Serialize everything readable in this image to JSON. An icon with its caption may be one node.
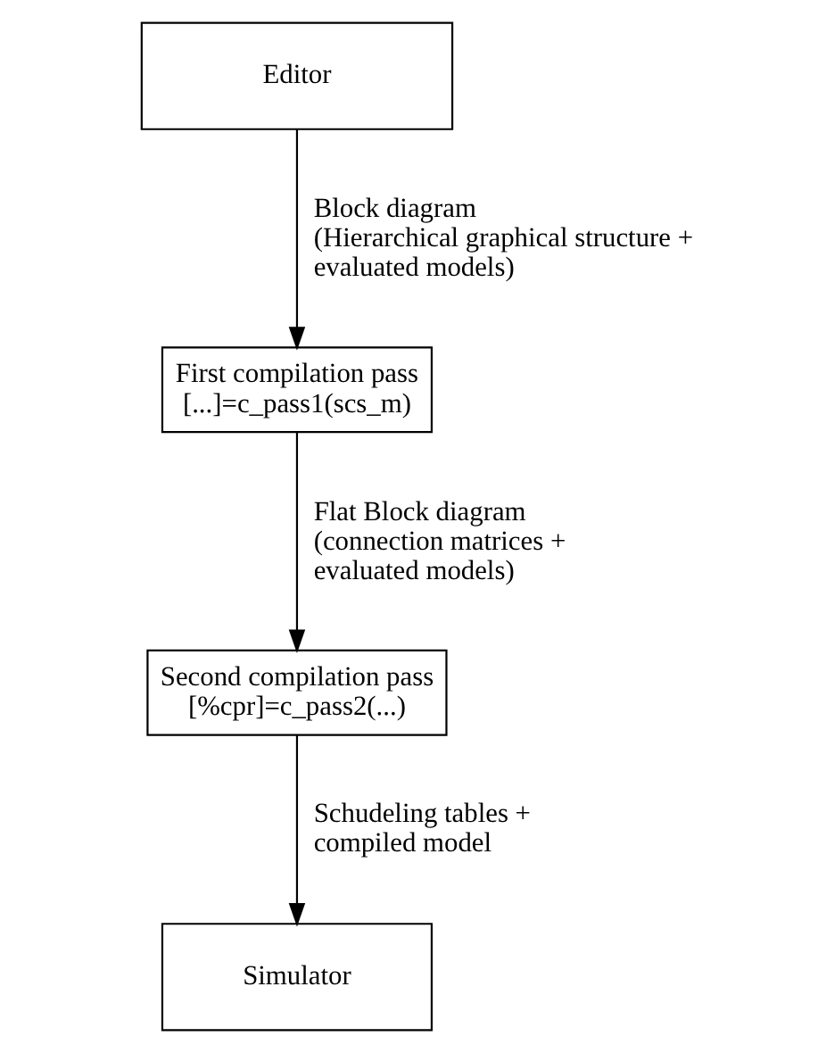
{
  "diagram": {
    "nodes": [
      {
        "text": [
          "Editor"
        ]
      },
      {
        "text": [
          "First compilation pass",
          "[...]=c_pass1(scs_m)"
        ]
      },
      {
        "text": [
          "Second compilation pass",
          "[%cpr]=c_pass2(...)"
        ]
      },
      {
        "text": [
          "Simulator"
        ]
      }
    ],
    "edges": [
      {
        "from": 0,
        "to": 1,
        "arrow": "to",
        "label": "Block diagram (Hierarchical graphical structure + evaluated models)"
      },
      {
        "from": 1,
        "to": 2,
        "arrow": "to",
        "label": "Flat Block diagram (connection matrices + evaluated models)"
      },
      {
        "from": 2,
        "to": 3,
        "arrow": "to",
        "label": "Schudeling tables + compiled model"
      }
    ]
  }
}
